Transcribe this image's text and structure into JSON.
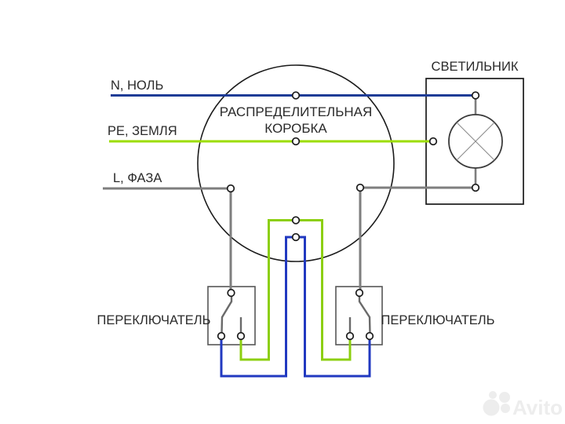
{
  "diagram": {
    "junction_box": {
      "label_line1": "РАСПРЕДЕЛИТЕЛЬНАЯ",
      "label_line2": "КОРОБКА"
    },
    "fixture": {
      "label": "СВЕТИЛЬНИК"
    },
    "switch_left": {
      "label": "ПЕРЕКЛЮЧАТЕЛЬ"
    },
    "switch_right": {
      "label": "ПЕРЕКЛЮЧАТЕЛЬ"
    },
    "wire_labels": {
      "neutral": "N, НОЛЬ",
      "earth": "PE, ЗЕМЛЯ",
      "phase": "L, ФАЗА"
    },
    "colors": {
      "neutral_line": "#1e3c96",
      "earth_line": "#9cdd00",
      "phase_line": "#7e7e7e",
      "traveler_blue": "#2139c0",
      "traveler_green": "#8ccf10",
      "outline": "#1a1a1a",
      "switch_outline": "#565656",
      "lamp_outline": "#3a3a3a",
      "lamp_cross": "#8a8a8a"
    }
  },
  "watermark": {
    "brand": "Avito",
    "color": "#ededed"
  }
}
